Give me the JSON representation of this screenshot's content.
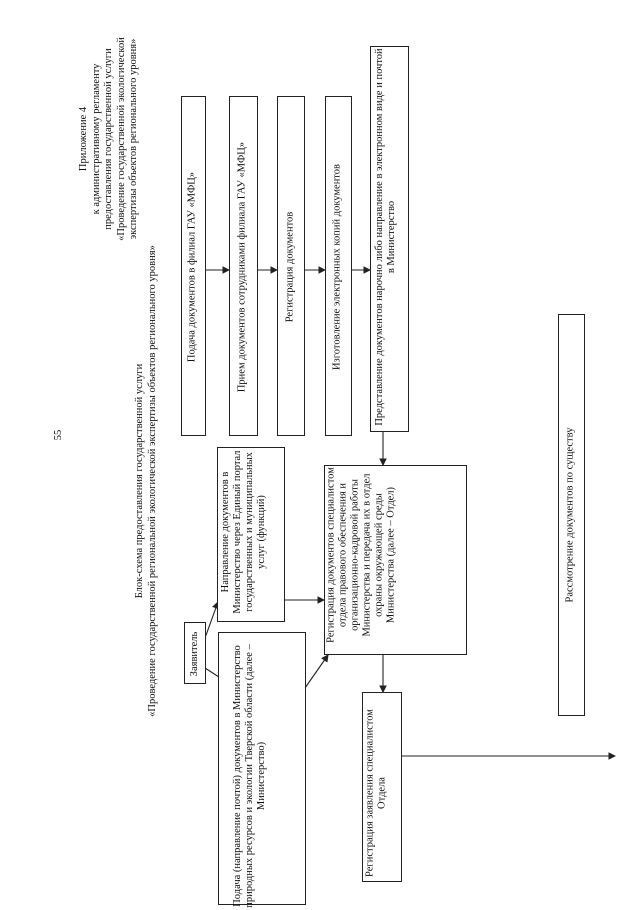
{
  "page_number": "55",
  "appendix": {
    "line1": "Приложение 4",
    "line2": "к административному регламенту",
    "line3": "предоставления государственной услуги",
    "line4": "«Проведение государственной экологической",
    "line5": "экспертизы объектов регионального уровня»"
  },
  "scheme_title": {
    "line1": "Блок-схема предоставления государственной услуги",
    "line2": "«Проведение государственной региональной экологической экспертизы объектов регионального уровня»"
  },
  "boxes": {
    "applicant": "Заявитель",
    "mfc_submit": "Подача документов в филиал ГАУ «МФЦ»",
    "mfc_receive": "Прием документов сотрудниками филиала ГАУ «МФЦ»",
    "register_docs": "Регистрация документов",
    "e_copies": "Изготовление электронных копий документов",
    "deliver": "Представление документов нарочно либо направление в электронном виде и почтой в Министерство",
    "portal": "Направление документов в Министерство через Единый портал государственных и муниципальных услуг (функций)",
    "post": "Подача (направление почтой) документов в Министерство природных ресурсов и экологии Тверской области (далее – Министерство)",
    "dept_register": "Регистрация документов специалистом отдела правового обеспечения и организационно-кадровой работы Министерства и передача их в отдел охраны окружающей среды Министерства (далее – Отдел)",
    "app_register": "Регистрация заявления специалистом Отдела",
    "review": "Рассмотрение документов по существу"
  }
}
